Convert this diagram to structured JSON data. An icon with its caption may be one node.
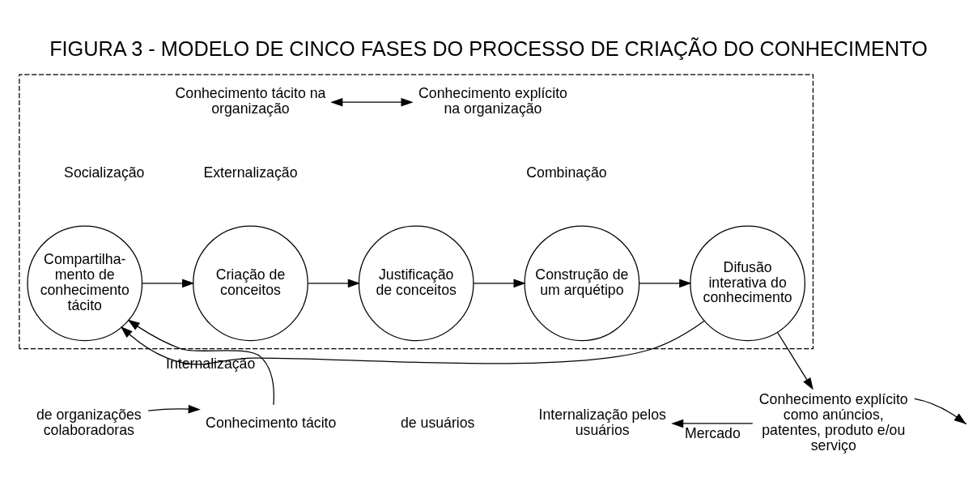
{
  "diagram": {
    "title": "FIGURA 3 - MODELO DE CINCO FASES DO PROCESSO DE CRIAÇÃO DO CONHECIMENTO",
    "nodes": [
      {
        "text": [],
        "shape": "box"
      },
      {
        "text": [
          "Compartilha- mento de conhecimento tácito"
        ],
        "in": 0
      },
      {
        "text": [
          "Criação de conceitos"
        ],
        "in": 0
      },
      {
        "text": [
          "Justificação de conceitos"
        ],
        "in": 0
      },
      {
        "text": [
          "Construção de um arquétipo"
        ],
        "in": 0
      },
      {
        "text": [
          "Difusão interativa do conhecimento"
        ],
        "in": 0
      },
      {
        "text": [
          "Conhecimento tácito na organização"
        ],
        "in": 0
      },
      {
        "text": [
          "Conhecimento explícito na organização"
        ],
        "in": 0
      },
      {
        "text": [
          "de organizações colaboradoras"
        ]
      },
      {
        "text": [
          "Conhecimento tácito"
        ]
      },
      {
        "text": [
          "Internalização pelos usuários"
        ]
      },
      {
        "text": [
          "Conhecimento explícito como anúncios, patentes, produto e/ou serviço"
        ]
      }
    ],
    "edges": [
      {
        "from": 1,
        "to": 2,
        "arrow": "to"
      },
      {
        "from": 2,
        "to": 3,
        "arrow": "to"
      },
      {
        "from": 3,
        "to": 4,
        "arrow": "to"
      },
      {
        "from": 4,
        "to": 5,
        "arrow": "to"
      },
      {
        "from": 5,
        "to": 1,
        "arrow": "to",
        "label": "Internalização"
      },
      {
        "from": 6,
        "to": 7,
        "arrow": "both"
      },
      {
        "from": 8,
        "to": 9,
        "arrow": "to"
      },
      {
        "from": 9,
        "to": 1,
        "arrow": "to"
      },
      {
        "from": 5,
        "to": 11,
        "arrow": "to"
      },
      {
        "from": 11,
        "to": 10,
        "arrow": "to",
        "label": "Mercado"
      },
      {
        "from": 11,
        "to": null,
        "arrow": "to"
      }
    ],
    "labels": [
      "Socialização",
      "Externalização",
      "Combinação",
      "de usuários"
    ]
  }
}
